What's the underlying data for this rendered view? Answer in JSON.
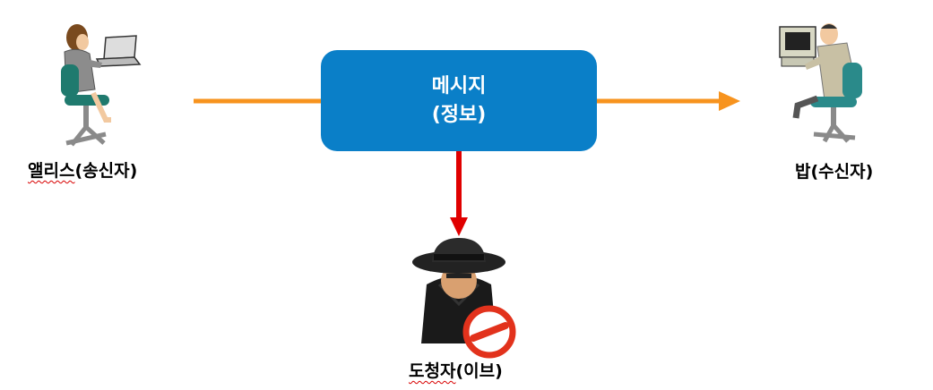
{
  "sender": {
    "name": "앨리스",
    "role": "(송신자)"
  },
  "receiver": {
    "name": "밥",
    "role": "(수신자)"
  },
  "eavesdropper": {
    "name": "도청자",
    "role": "(이브)"
  },
  "message": {
    "line1": "메시지",
    "line2": "(정보)"
  },
  "colors": {
    "message_box": "#0a7fc8",
    "flow_arrow": "#f7931e",
    "intercept_arrow": "#e00000"
  }
}
